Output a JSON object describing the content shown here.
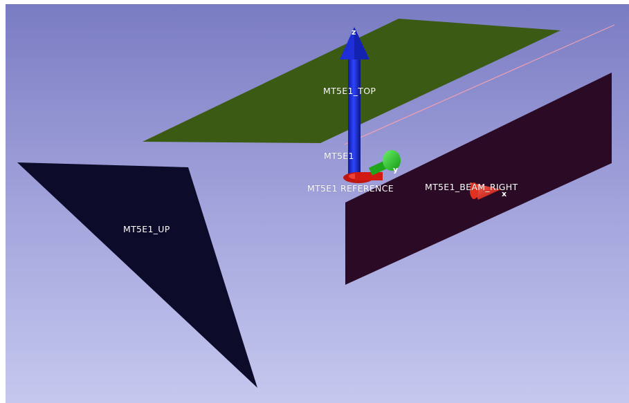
{
  "scene": {
    "background": "#9e9fd9",
    "planes": [
      {
        "name": "MT5E1_TOP",
        "color": "#3b5a14"
      },
      {
        "name": "MT5E1_UP",
        "color": "#0c0b2a"
      },
      {
        "name": "MT5E1_BEAM_RIGHT",
        "color": "#2a0a24"
      }
    ],
    "frame": {
      "name": "MT5E1"
    },
    "reference": {
      "name": "MT5E1 REFERENCE"
    },
    "axes": {
      "x": {
        "letter": "x",
        "color": "#e0201a"
      },
      "y": {
        "letter": "y",
        "color": "#22b81e"
      },
      "z": {
        "letter": "z",
        "color": "#1d2ed8"
      }
    },
    "line_color": "#f0a0b0"
  }
}
